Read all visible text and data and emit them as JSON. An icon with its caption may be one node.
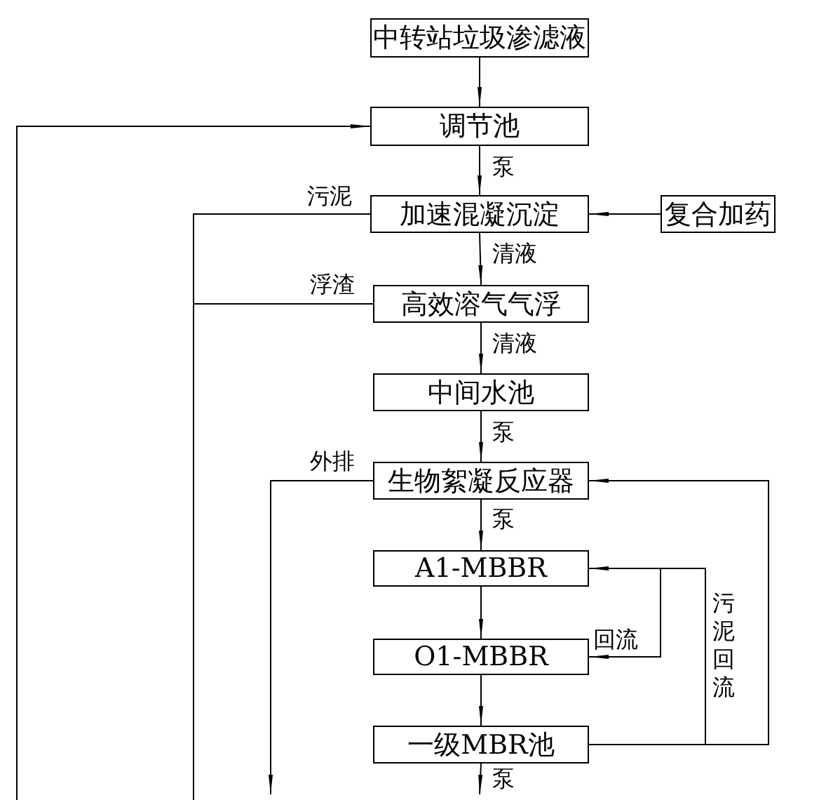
{
  "diagram": {
    "nodes": [
      {
        "text": [
          "中转站垃圾渗滤液"
        ]
      },
      {
        "text": [
          "调节池"
        ]
      },
      {
        "text": [
          "加速混凝沉淀"
        ]
      },
      {
        "text": [
          "复合加药"
        ]
      },
      {
        "text": [
          "高效溶气气浮"
        ]
      },
      {
        "text": [
          "中间水池"
        ]
      },
      {
        "text": [
          "生物絮凝反应器"
        ]
      },
      {
        "text": [
          "A1-MBBR"
        ]
      },
      {
        "text": [
          "O1-MBBR"
        ]
      },
      {
        "text": [
          "一级MBR池"
        ]
      }
    ],
    "edges": [
      {
        "from": 0,
        "to": 1,
        "arrow": "to"
      },
      {
        "from": 1,
        "to": 2,
        "arrow": "to",
        "label": "泵"
      },
      {
        "from": 3,
        "to": 2,
        "arrow": "to"
      },
      {
        "from": 2,
        "to": 4,
        "arrow": "to",
        "label": "清液"
      },
      {
        "from": 4,
        "to": 5,
        "arrow": "to",
        "label": "清液"
      },
      {
        "from": 5,
        "to": 6,
        "arrow": "to",
        "label": "泵"
      },
      {
        "from": 6,
        "to": 7,
        "arrow": "to",
        "label": "泵"
      },
      {
        "from": 7,
        "to": 8,
        "arrow": "to"
      },
      {
        "from": 8,
        "to": 9,
        "arrow": "to"
      },
      {
        "from": 9,
        "to": null,
        "arrow": "to",
        "label": "泵"
      },
      {
        "from": 2,
        "to": null,
        "arrow": "none",
        "label": "污泥"
      },
      {
        "from": 4,
        "to": null,
        "arrow": "none",
        "label": "浮渣"
      },
      {
        "from": null,
        "to": 1,
        "arrow": "to"
      },
      {
        "from": 6,
        "to": null,
        "arrow": "to",
        "label": "外排"
      },
      {
        "from": 9,
        "to": 6,
        "arrow": "to"
      },
      {
        "from": 9,
        "to": 7,
        "arrow": "to",
        "label": "污泥回流"
      },
      {
        "from": 7,
        "to": 8,
        "arrow": "to",
        "label": "回流"
      }
    ]
  }
}
